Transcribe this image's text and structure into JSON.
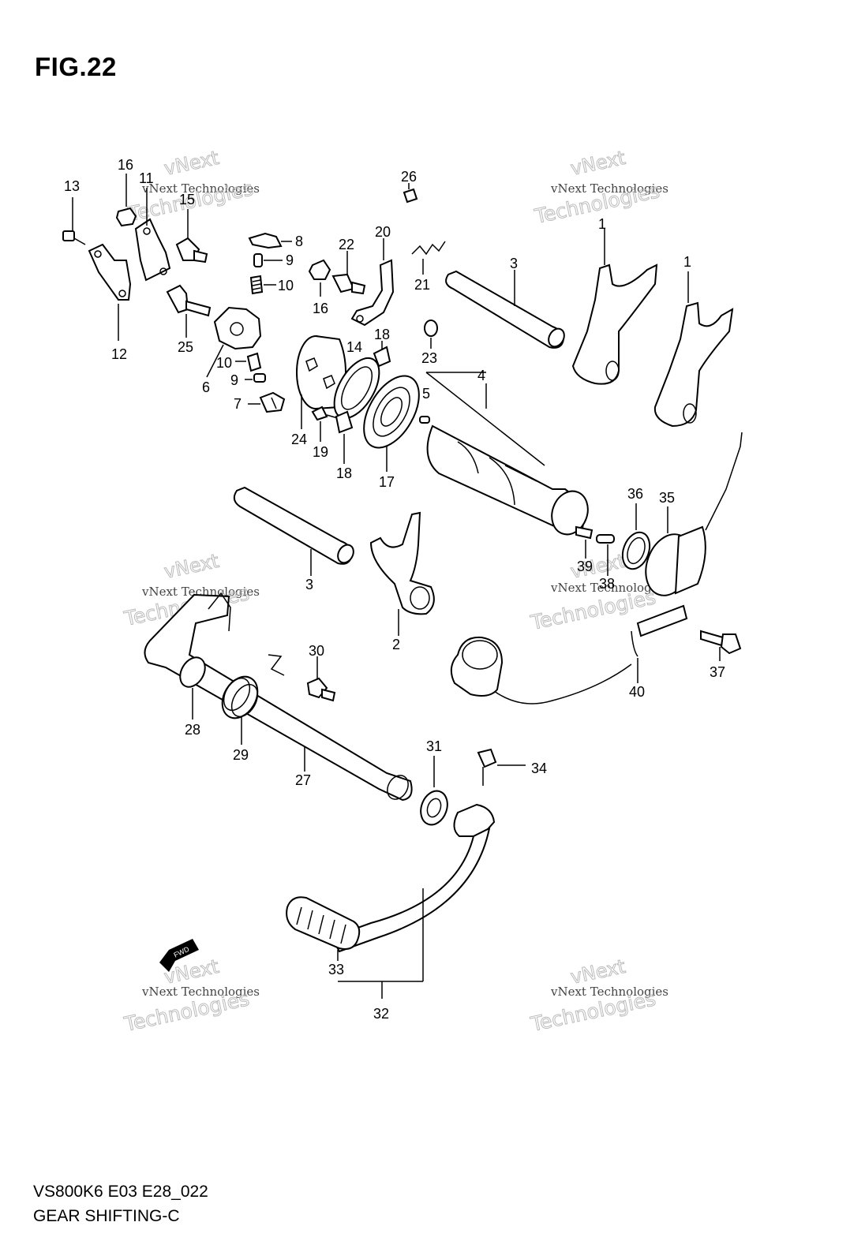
{
  "figure_title": "FIG.22",
  "footer": {
    "model_code": "VS800K6 E03 E28_022",
    "section_name": "GEAR SHIFTING-C"
  },
  "watermark": {
    "line_top": "vNext",
    "line_small": "vNext Technologies",
    "line_large": "Technologies"
  },
  "fwd_label": "FWD",
  "part_labels": {
    "p1a": "1",
    "p1b": "1",
    "p2": "2",
    "p3a": "3",
    "p3b": "3",
    "p4": "4",
    "p5": "5",
    "p6": "6",
    "p7": "7",
    "p8": "8",
    "p9a": "9",
    "p9b": "9",
    "p10a": "10",
    "p10b": "10",
    "p11": "11",
    "p12": "12",
    "p13": "13",
    "p14": "14",
    "p15": "15",
    "p16a": "16",
    "p16b": "16",
    "p17": "17",
    "p18a": "18",
    "p18b": "18",
    "p19": "19",
    "p20": "20",
    "p21": "21",
    "p22": "22",
    "p23": "23",
    "p24": "24",
    "p25": "25",
    "p26": "26",
    "p27": "27",
    "p28": "28",
    "p29": "29",
    "p30": "30",
    "p31": "31",
    "p32": "32",
    "p33": "33",
    "p34": "34",
    "p35": "35",
    "p36": "36",
    "p37": "37",
    "p38": "38",
    "p39": "39",
    "p40": "40"
  }
}
